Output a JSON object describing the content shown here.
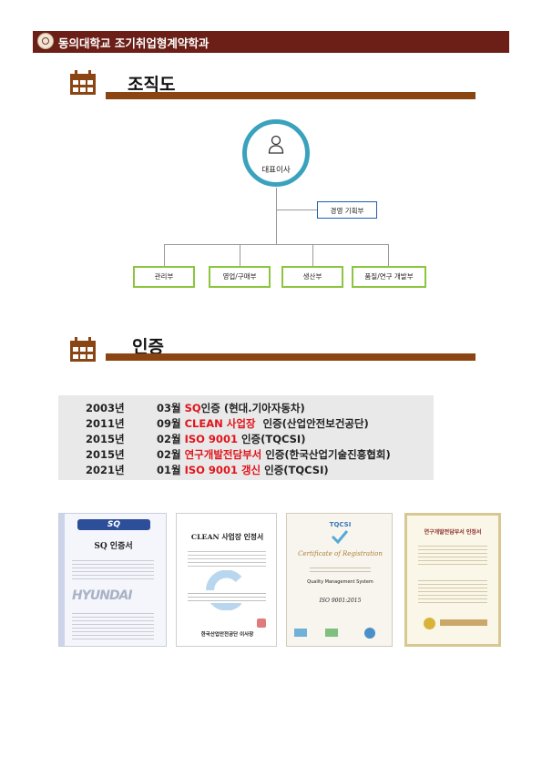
{
  "header": {
    "title": "동의대학교 조기취업형계약학과"
  },
  "org": {
    "title": "조직도",
    "ceo": "대표이사",
    "planning": "경영 기획부",
    "departments": [
      "관리부",
      "영업/구매부",
      "생산부",
      "품질/연구 개발부"
    ]
  },
  "cert": {
    "title": "인증",
    "rows": [
      {
        "year": "2003년",
        "pre": "03월 ",
        "hl": "SQ",
        "post": "인증 (현대.기아자동차)"
      },
      {
        "year": "2011년",
        "pre": "09월 ",
        "hl": "CLEAN 사업장",
        "post": "  인증(산업안전보건공단)"
      },
      {
        "year": "2015년",
        "pre": "02월 ",
        "hl": "ISO 9001",
        "post": " 인증(TQCSI)"
      },
      {
        "year": "2015년",
        "pre": "02월 ",
        "hl": "연구개발전담부서",
        "post": " 인증(한국산업기술진흥협회)"
      },
      {
        "year": "2021년",
        "pre": "01월 ",
        "hl": "ISO 9001 갱신",
        "post": " 인증(TQCSI)"
      }
    ]
  },
  "documents": {
    "sq": {
      "logo": "SQ",
      "title": "SQ 인증서",
      "brand": "HYUNDAI"
    },
    "clean": {
      "title": "CLEAN 사업장 인정서",
      "footer": "한국산업안전공단 이사장"
    },
    "iso": {
      "brand": "TQCSI",
      "script": "Certificate of Registration",
      "system": "Quality Management System",
      "standard": "ISO 9001:2015"
    },
    "rnd": {
      "title": "연구개발전담부서 인정서"
    }
  }
}
